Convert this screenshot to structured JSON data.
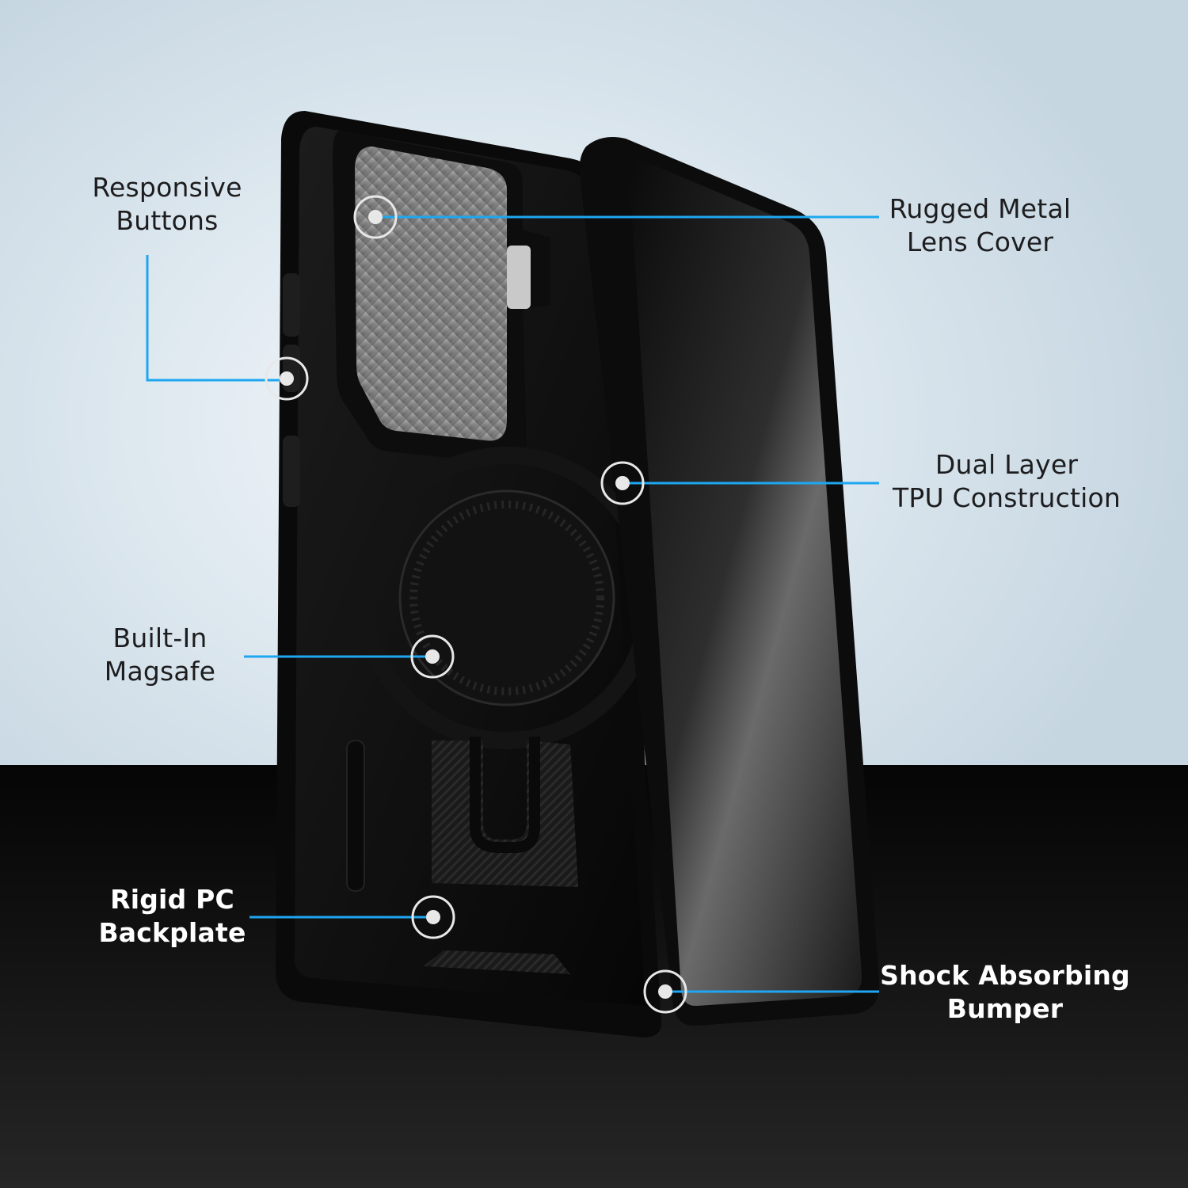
{
  "colors": {
    "accent_line": "#1ea7f0",
    "background_top": "#d8e4ec",
    "background_bottom": "#0b0b0b",
    "case_body": "#111111",
    "lens_cover": "#9a9a9a"
  },
  "callouts": [
    {
      "id": "responsive-buttons",
      "line1": "Responsive",
      "line2": "Buttons"
    },
    {
      "id": "rugged-metal-lens-cover",
      "line1": "Rugged Metal",
      "line2": "Lens Cover"
    },
    {
      "id": "dual-layer-tpu",
      "line1": "Dual Layer",
      "line2": "TPU Construction"
    },
    {
      "id": "built-in-magsafe",
      "line1": "Built-In",
      "line2": "Magsafe"
    },
    {
      "id": "rigid-pc-backplate",
      "line1": "Rigid PC",
      "line2": "Backplate"
    },
    {
      "id": "shock-absorbing-bumper",
      "line1": "Shock Absorbing",
      "line2": "Bumper"
    }
  ]
}
